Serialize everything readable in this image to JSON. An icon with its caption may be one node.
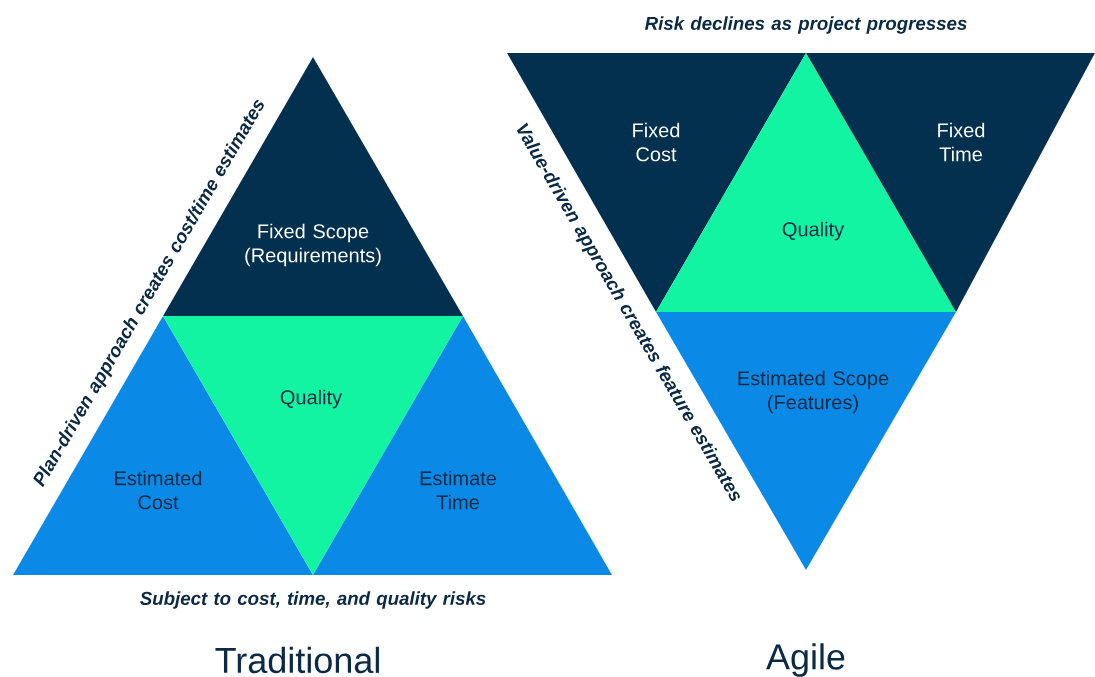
{
  "diagram": {
    "nodes": [
      {
        "text": [
          "Fixed Scope (Requirements)"
        ]
      },
      {
        "text": [
          "Estimated Cost"
        ]
      },
      {
        "text": [
          "Quality"
        ]
      },
      {
        "text": [
          "Estimate Time"
        ]
      },
      {
        "text": [
          "Fixed Cost"
        ]
      },
      {
        "text": [
          "Quality"
        ]
      },
      {
        "text": [
          "Fixed Time"
        ]
      },
      {
        "text": [
          "Estimated Scope (Features)"
        ]
      }
    ],
    "labels": [
      "Plan-driven approach creates cost/time estimates",
      "Subject to cost, time, and quality risks",
      "Traditional",
      "Risk declines as project progresses",
      "Value-driven approach creates feature estimates",
      "Agile"
    ]
  }
}
